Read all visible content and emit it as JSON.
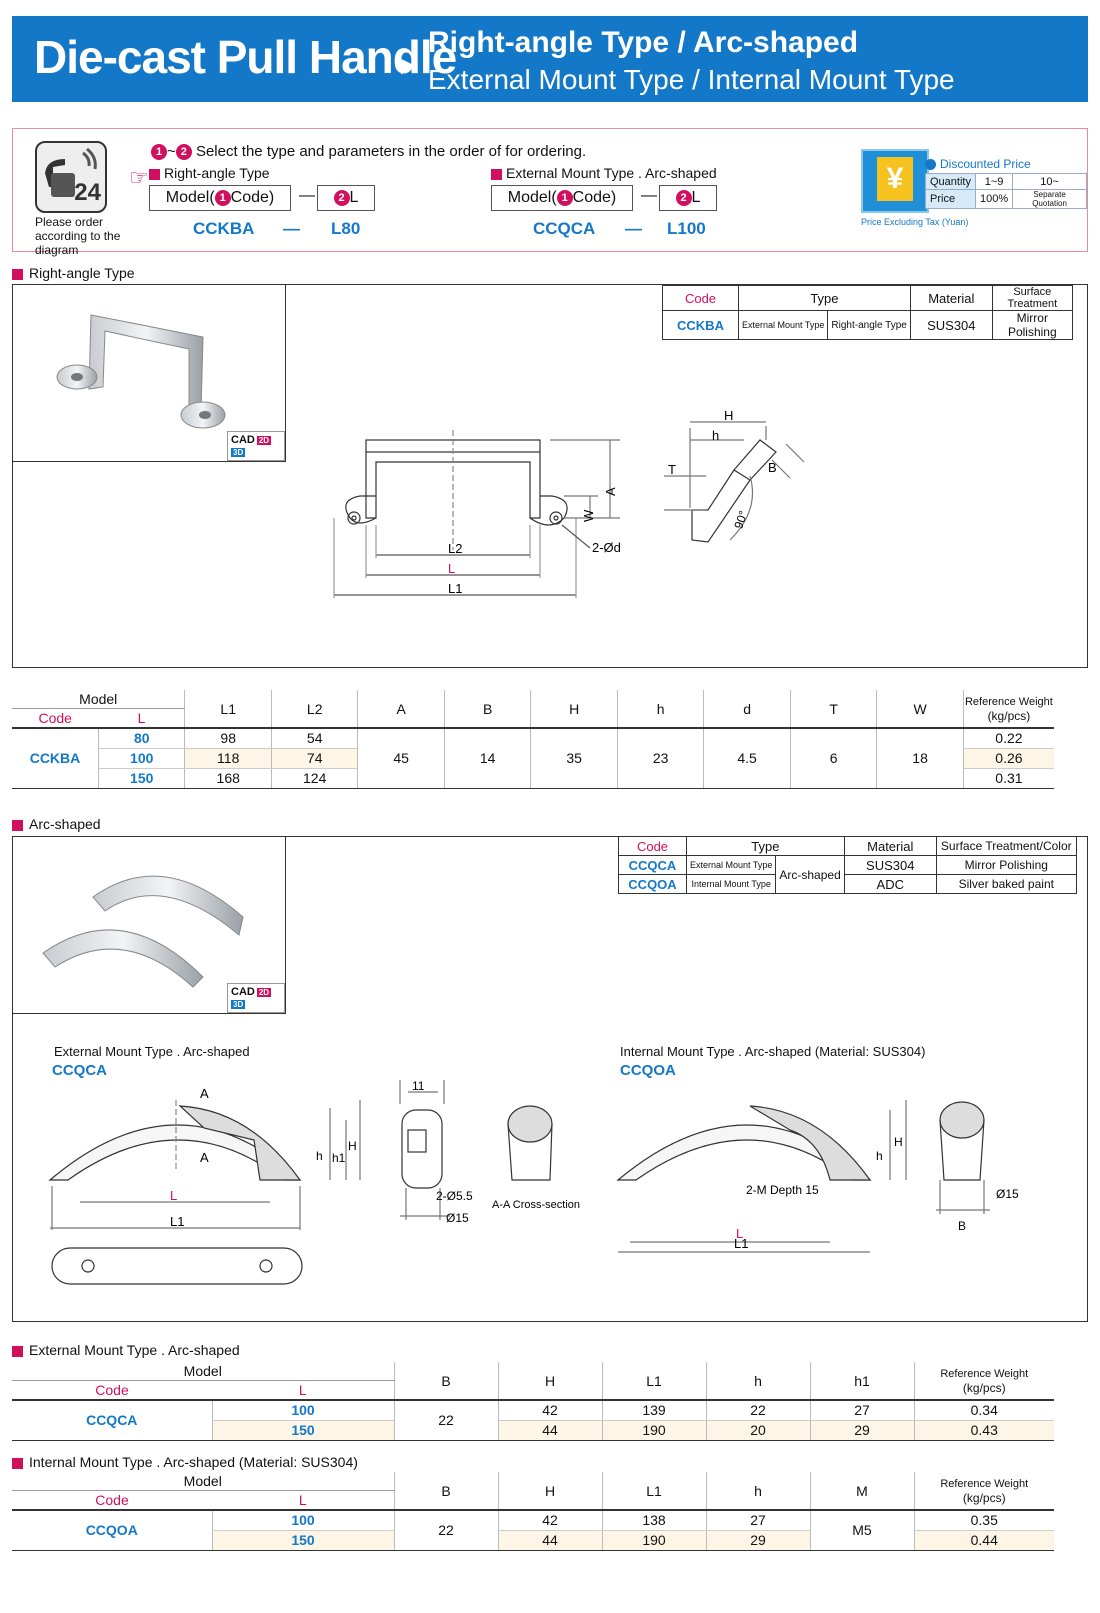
{
  "header": {
    "title": "Die-cast Pull Handle",
    "subtitle1": "Right-angle Type / Arc-shaped",
    "subtitle2": "External Mount Type / Internal Mount Type"
  },
  "order": {
    "phone_number": "24",
    "note": "Please order according to the diagram",
    "instruction": "Select the type and parameters in the order of for ordering.",
    "step1": "1",
    "step2": "2",
    "type1": "Right-angle Type",
    "type2": "External Mount Type . Arc-shaped",
    "model_box": "Model(",
    "code_box": "Code)",
    "l_box": "L",
    "dash": "—",
    "example1_code": "CCKBA",
    "example1_l": "L80",
    "example2_code": "CCQCA",
    "example2_l": "L100",
    "price": {
      "title": "Discounted Price",
      "yen": "¥",
      "quantity_label": "Quantity",
      "price_label": "Price",
      "q1": "1~9",
      "q2": "10~",
      "p1": "100%",
      "p2": "Separate Quotation",
      "note": "Price Excluding Tax (Yuan)"
    }
  },
  "right_angle": {
    "section_title": "Right-angle Type",
    "cad": "CAD",
    "cad2d": "2D",
    "cad3d": "3D",
    "spec_headers": [
      "Code",
      "Type",
      "Material",
      "Surface Treatment"
    ],
    "spec_row": {
      "code": "CCKBA",
      "type1": "External Mount Type",
      "type2": "Right-angle Type",
      "material": "SUS304",
      "surface": "Mirror Polishing"
    },
    "dims": {
      "l2": "L2",
      "l": "L",
      "l1": "L1",
      "a": "A",
      "w": "W",
      "d": "2-Ød",
      "h_big": "H",
      "h_small": "h",
      "t": "T",
      "b": "B",
      "angle": "90°"
    },
    "table": {
      "model": "Model",
      "code": "Code",
      "l": "L",
      "headers": [
        "L1",
        "L2",
        "A",
        "B",
        "H",
        "h",
        "d",
        "T",
        "W"
      ],
      "weight": "Reference Weight",
      "weight_unit": "(kg/pcs)",
      "code_value": "CCKBA",
      "rows": [
        {
          "l": "80",
          "l1": "98",
          "l2": "54",
          "w": "0.22"
        },
        {
          "l": "100",
          "l1": "118",
          "l2": "74",
          "w": "0.26"
        },
        {
          "l": "150",
          "l1": "168",
          "l2": "124",
          "w": "0.31"
        }
      ],
      "common": {
        "a": "45",
        "b": "14",
        "h": "35",
        "hs": "23",
        "d": "4.5",
        "t": "6",
        "wv": "18"
      }
    }
  },
  "arc": {
    "section_title": "Arc-shaped",
    "spec_headers": [
      "Code",
      "Type",
      "Material",
      "Surface Treatment/Color"
    ],
    "spec_rows": [
      {
        "code": "CCQCA",
        "mount": "External Mount Type",
        "material": "SUS304",
        "surface": "Mirror Polishing"
      },
      {
        "code": "CCQOA",
        "mount": "Internal Mount Type",
        "material": "ADC",
        "surface": "Silver baked paint"
      }
    ],
    "spec_shape": "Arc-shaped",
    "ext_label": "External Mount Type . Arc-shaped",
    "ext_code": "CCQCA",
    "int_label": "Internal Mount Type . Arc-shaped (Material: SUS304)",
    "int_code": "CCQOA",
    "dims": {
      "a": "A",
      "l": "L",
      "l1": "L1",
      "h": "h",
      "h1": "h1",
      "hh": "H",
      "b": "B",
      "eleven": "11",
      "d55": "2-Ø5.5",
      "d15": "Ø15",
      "cross": "A-A Cross-section",
      "mdepth": "2-M Depth 15"
    }
  },
  "ext_table": {
    "title": "External Mount Type . Arc-shaped",
    "model": "Model",
    "code": "Code",
    "l": "L",
    "headers": [
      "B",
      "H",
      "L1",
      "h",
      "h1"
    ],
    "weight": "Reference Weight",
    "weight_unit": "(kg/pcs)",
    "code_value": "CCQCA",
    "b": "22",
    "rows": [
      {
        "l": "100",
        "h": "42",
        "l1": "139",
        "hs": "22",
        "h1": "27",
        "w": "0.34"
      },
      {
        "l": "150",
        "h": "44",
        "l1": "190",
        "hs": "20",
        "h1": "29",
        "w": "0.43"
      }
    ]
  },
  "int_table": {
    "title": "Internal Mount Type . Arc-shaped (Material: SUS304)",
    "model": "Model",
    "code": "Code",
    "l": "L",
    "headers": [
      "B",
      "H",
      "L1",
      "h",
      "M"
    ],
    "weight": "Reference Weight",
    "weight_unit": "(kg/pcs)",
    "code_value": "CCQOA",
    "b": "22",
    "m": "M5",
    "rows": [
      {
        "l": "100",
        "h": "42",
        "l1": "138",
        "hs": "27",
        "w": "0.35"
      },
      {
        "l": "150",
        "h": "44",
        "l1": "190",
        "hs": "29",
        "w": "0.44"
      }
    ]
  }
}
